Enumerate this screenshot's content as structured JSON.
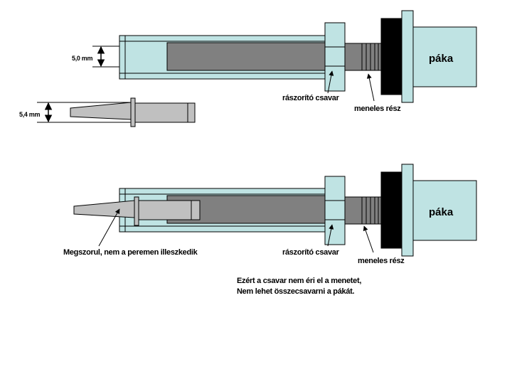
{
  "diagram": {
    "dimensions": {
      "inner": "5,0 mm",
      "tip": "5,4 mm"
    },
    "top_assembly": {
      "paka_label": "páka",
      "screw_label": "rászorító csavar",
      "thread_label": "meneles rész"
    },
    "bottom_assembly": {
      "paka_label": "páka",
      "screw_label": "rászorító csavar",
      "thread_label": "meneles rész",
      "stuck_label": "Megszorul, nem a peremen illeszkedik"
    },
    "note": {
      "line1": "Ezért a csavar nem éri el a menetet,",
      "line2": "Nem lehet összecsavarni a pákát."
    },
    "colors": {
      "light_blue": "#bfe3e3",
      "dark_gray": "#808080",
      "light_gray": "#c0c0c0",
      "black": "#000000"
    }
  }
}
